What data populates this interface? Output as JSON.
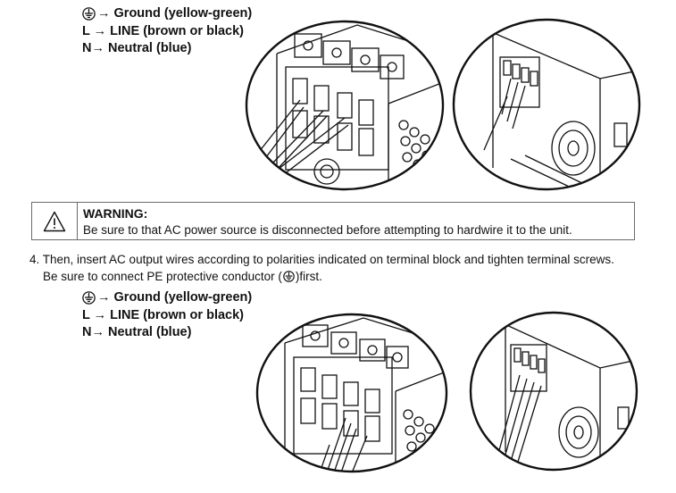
{
  "legend": {
    "ground": "→ Ground (yellow-green)",
    "line": "L → LINE (brown or black)",
    "neutral": "N→ Neutral (blue)"
  },
  "warning": {
    "title": "WARNING:",
    "text": "Be sure to that AC power source is disconnected before attempting to hardwire it to the unit."
  },
  "step4": {
    "line1": "4. Then, insert AC output wires according to polarities indicated on terminal block and tighten terminal screws.",
    "line2_before": "Be sure to connect PE protective conductor (",
    "line2_after": ")first."
  },
  "icons": {
    "ground": "ground-symbol-icon",
    "warning": "warning-triangle-icon"
  },
  "colors": {
    "ink": "#111111",
    "border": "#6a6a6a"
  }
}
